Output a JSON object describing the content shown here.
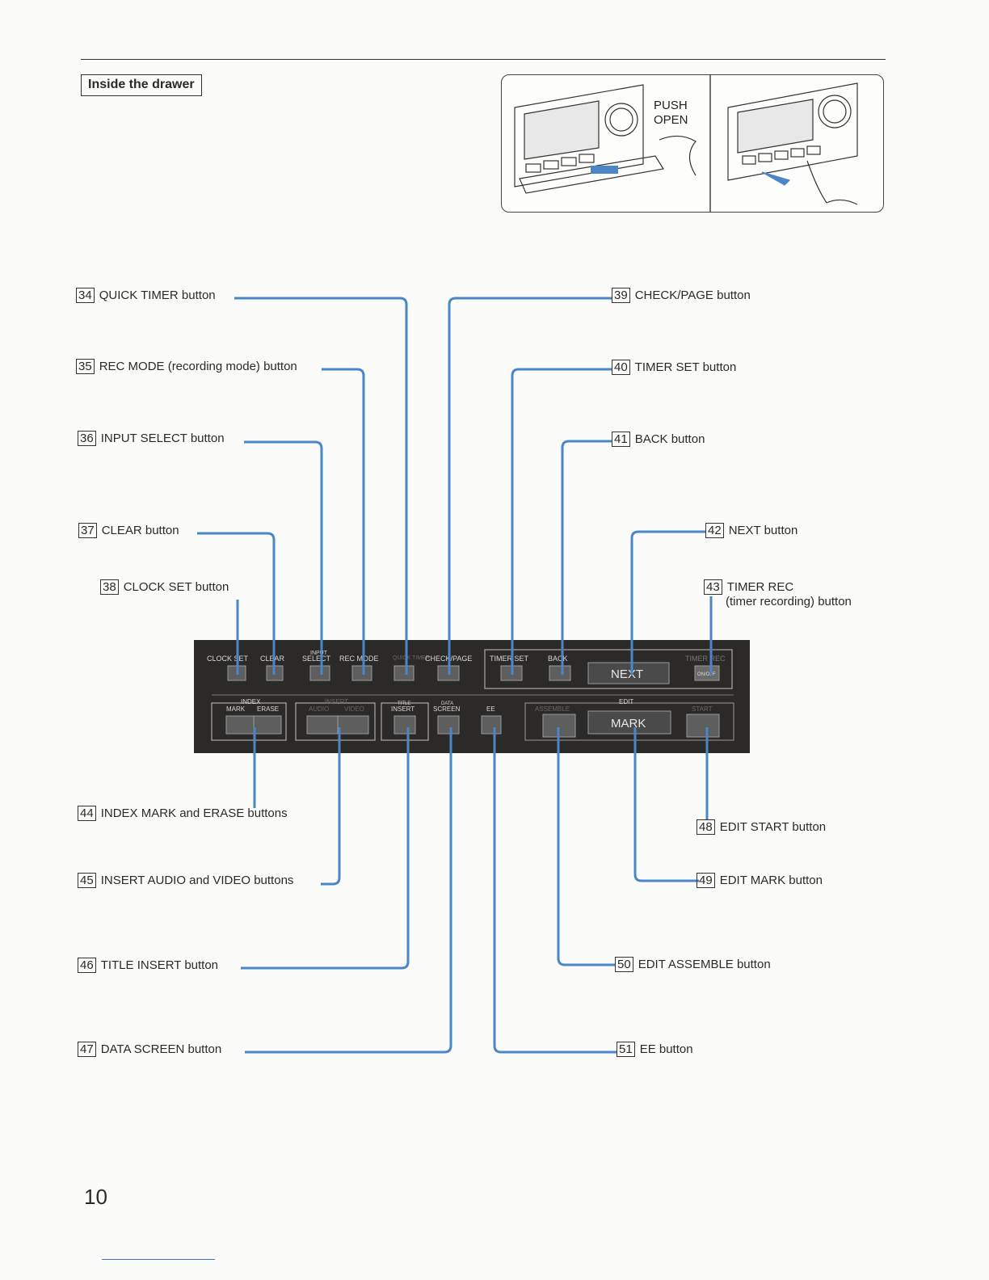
{
  "section_title": "Inside the drawer",
  "inset_labels": {
    "push": "PUSH",
    "open": "OPEN"
  },
  "callouts": {
    "c34": {
      "num": "34",
      "label": "QUICK TIMER button"
    },
    "c35": {
      "num": "35",
      "label": "REC MODE (recording mode) button"
    },
    "c36": {
      "num": "36",
      "label": "INPUT SELECT button"
    },
    "c37": {
      "num": "37",
      "label": "CLEAR button"
    },
    "c38": {
      "num": "38",
      "label": "CLOCK SET button"
    },
    "c39": {
      "num": "39",
      "label": "CHECK/PAGE button"
    },
    "c40": {
      "num": "40",
      "label": "TIMER SET button"
    },
    "c41": {
      "num": "41",
      "label": "BACK button"
    },
    "c42": {
      "num": "42",
      "label": "NEXT button"
    },
    "c43": {
      "num": "43",
      "label": "TIMER REC",
      "sub": "(timer recording) button"
    },
    "c44": {
      "num": "44",
      "label": "INDEX MARK and ERASE buttons"
    },
    "c45": {
      "num": "45",
      "label": "INSERT AUDIO and VIDEO buttons"
    },
    "c46": {
      "num": "46",
      "label": "TITLE INSERT button"
    },
    "c47": {
      "num": "47",
      "label": "DATA SCREEN button"
    },
    "c48": {
      "num": "48",
      "label": "EDIT START button"
    },
    "c49": {
      "num": "49",
      "label": "EDIT MARK button"
    },
    "c50": {
      "num": "50",
      "label": "EDIT ASSEMBLE button"
    },
    "c51": {
      "num": "51",
      "label": "EE  button"
    }
  },
  "panel_labels": {
    "clock_set": "CLOCK SET",
    "clear": "CLEAR",
    "input": "INPUT",
    "select": "SELECT",
    "rec_mode": "REC MODE",
    "quick_timer": "QUICK TIMER",
    "check_page": "CHECK/PAGE",
    "timer_set": "TIMER SET",
    "back": "BACK",
    "next": "NEXT",
    "timer_rec": "TIMER REC",
    "on_off": "ON/OFF",
    "index": "INDEX",
    "mark": "MARK",
    "erase": "ERASE",
    "insert": "INSERT",
    "audio": "AUDIO",
    "video": "VIDEO",
    "title": "TITLE",
    "title_insert": "INSERT",
    "data": "DATA",
    "screen": "SCREEN",
    "ee": "EE",
    "edit": "EDIT",
    "assemble": "ASSEMBLE",
    "edit_mark": "MARK",
    "start": "START"
  },
  "colors": {
    "leader": "#4a86c8",
    "panel": "#2c2a29"
  },
  "page_number": "10"
}
